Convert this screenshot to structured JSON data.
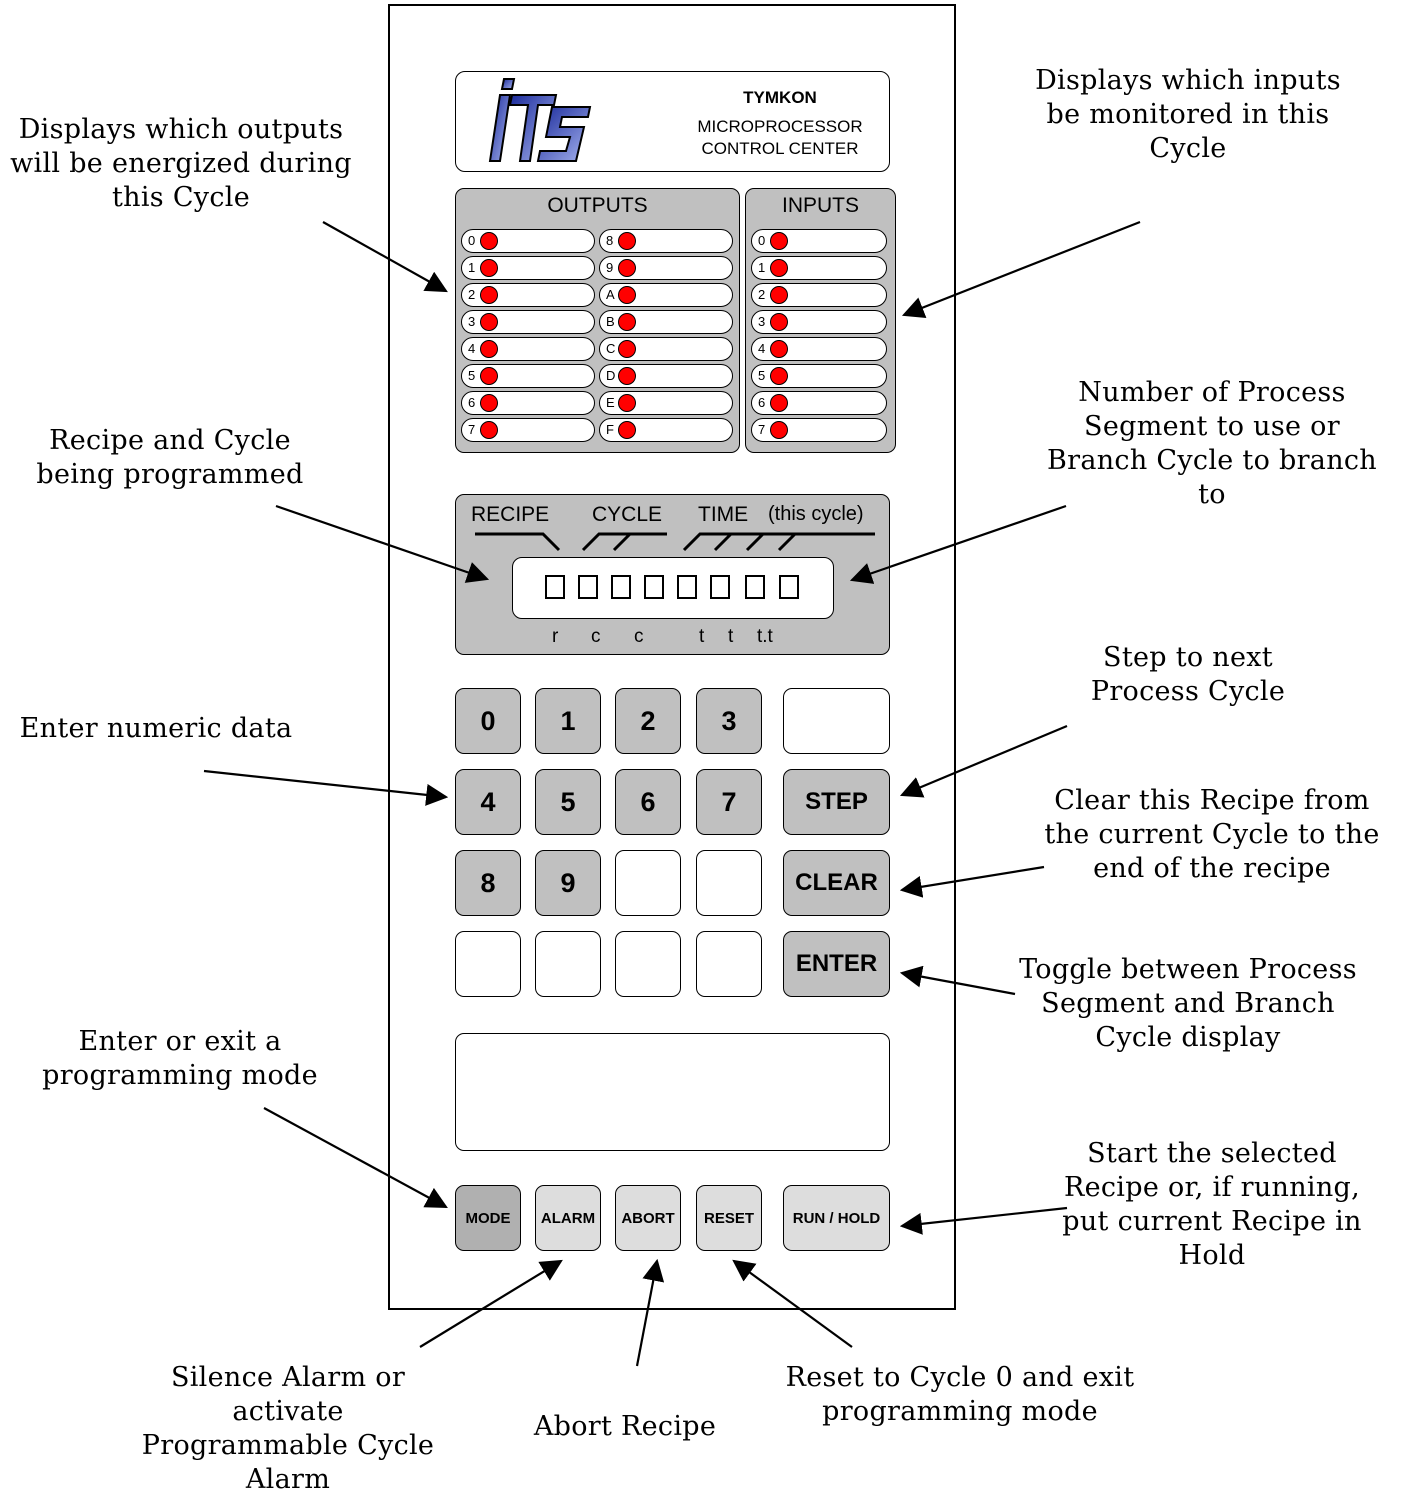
{
  "logo": {
    "brand": "iTS",
    "title": "TYMKON",
    "subtitle_line1": "MICROPROCESSOR",
    "subtitle_line2": "CONTROL CENTER"
  },
  "outputs": {
    "title": "OUTPUTS",
    "col1": [
      "0",
      "1",
      "2",
      "3",
      "4",
      "5",
      "6",
      "7"
    ],
    "col2": [
      "8",
      "9",
      "A",
      "B",
      "C",
      "D",
      "E",
      "F"
    ]
  },
  "inputs": {
    "title": "INPUTS",
    "items": [
      "0",
      "1",
      "2",
      "3",
      "4",
      "5",
      "6",
      "7"
    ]
  },
  "display": {
    "recipe": "RECIPE",
    "cycle": "CYCLE",
    "time": "TIME",
    "time_note": "(this cycle)",
    "foot": [
      "r",
      "c",
      "c",
      "t",
      "t",
      "t.t"
    ]
  },
  "keypad": {
    "row1": [
      "0",
      "1",
      "2",
      "3"
    ],
    "row2": [
      "4",
      "5",
      "6",
      "7"
    ],
    "row3": [
      "8",
      "9"
    ],
    "step": "STEP",
    "clear": "CLEAR",
    "enter": "ENTER"
  },
  "bottom_keys": {
    "mode": "MODE",
    "alarm": "ALARM",
    "abort": "ABORT",
    "reset": "RESET",
    "run_hold": "RUN / HOLD"
  },
  "annotations": {
    "outputs": [
      "Displays which outputs",
      "will be energized during",
      "this Cycle"
    ],
    "inputs": [
      "Displays which inputs",
      "be monitored in this",
      "Cycle"
    ],
    "recipe_cycle": [
      "Recipe and Cycle",
      "being programmed"
    ],
    "segment": [
      "Number of Process",
      "Segment to use or",
      "Branch Cycle to branch",
      "to"
    ],
    "numeric": [
      "Enter numeric data"
    ],
    "step": [
      "Step to next",
      "Process Cycle"
    ],
    "clear": [
      "Clear this Recipe from",
      "the current Cycle to the",
      "end of the recipe"
    ],
    "enter": [
      "Toggle between Process",
      "Segment and Branch",
      "Cycle display"
    ],
    "mode": [
      "Enter or exit a",
      "programming mode"
    ],
    "run": [
      "Start the selected",
      "Recipe or, if running,",
      "put current Recipe in",
      "Hold"
    ],
    "alarm": [
      "Silence Alarm or",
      "activate",
      "Programmable Cycle",
      "Alarm"
    ],
    "abort": [
      "Abort Recipe"
    ],
    "reset": [
      "Reset to Cycle 0 and exit",
      "programming mode"
    ]
  }
}
